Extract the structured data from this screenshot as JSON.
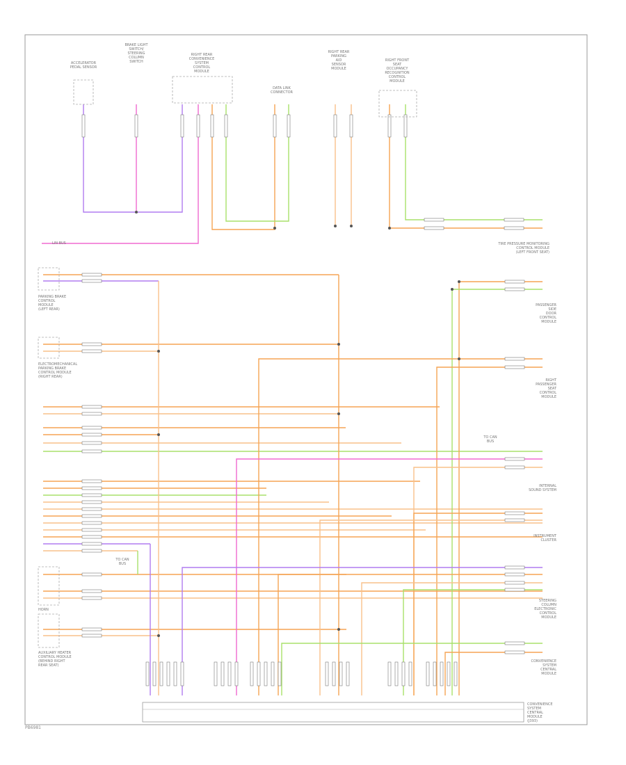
{
  "diagram": {
    "footer_code": "PB6981",
    "colors": {
      "violet": "#b07cf0",
      "pink": "#f06ad0",
      "orange": "#f5a453",
      "peach": "#f9c08a",
      "green": "#a8e06a",
      "black": "#555555",
      "frame": "#9a9a9a"
    },
    "top_components": [
      {
        "id": "c1",
        "text": "ACCELERATOR\nPEDAL SENSOR"
      },
      {
        "id": "c2",
        "text": "BRAKE LIGHT\nSWITCH/\nSTEERING\nCOLUMN\nSWITCH"
      },
      {
        "id": "c3",
        "text": "RIGHT REAR\nCONVENIENCE\nSYSTEM\nCONTROL\nMODULE"
      },
      {
        "id": "c4",
        "text": "DATA LINK\nCONNECTOR"
      },
      {
        "id": "c5",
        "text": "RIGHT REAR\nPARKING\nAID\nSENSOR\nMODULE"
      },
      {
        "id": "c6",
        "text": "RIGHT FRONT\nSEAT\nOCCUPANCY\nRECOGNITION\nCONTROL\nMODULE"
      }
    ],
    "left_components": [
      {
        "id": "l1",
        "text": "PARKING BRAKE\nCONTROL\nMODULE\n(LEFT REAR)"
      },
      {
        "id": "l2",
        "text": "ELECTROMECHANICAL\nPARKING BRAKE\nCONTROL MODULE\n(RIGHT REAR)"
      },
      {
        "id": "l3",
        "text": "HORN"
      },
      {
        "id": "l4",
        "text": "AUXILIARY HEATER\nCONTROL MODULE\n(BEHIND RIGHT\nREAR SEAT)"
      }
    ],
    "right_components": [
      {
        "id": "r1",
        "text": "TIRE PRESSURE MONITORING\nCONTROL MODULE\n(LEFT FRONT SEAT)"
      },
      {
        "id": "r2",
        "text": "PASSENGER\nSIDE\nDOOR\nCONTROL\nMODULE"
      },
      {
        "id": "r3",
        "text": "RIGHT\nPASSENGER\nSEAT\nCONTROL\nMODULE"
      },
      {
        "id": "r4",
        "text": "INTERNAL\nSOUND SYSTEM"
      },
      {
        "id": "r5",
        "text": "INSTRUMENT\nCLUSTER"
      },
      {
        "id": "r6",
        "text": "STEERING\nCOLUMN\nELECTRONIC\nCONTROL\nMODULE"
      },
      {
        "id": "r7",
        "text": "CONVENIENCE\nSYSTEM\nCENTRAL\nMODULE"
      }
    ],
    "ecu": {
      "text": "CONVENIENCE\nSYSTEM\nCENTRAL\nMODULE\n(J393)"
    },
    "small_notes": [
      {
        "id": "n1",
        "text": "LIN BUS"
      },
      {
        "id": "n2",
        "text": "TO CAN\nBUS"
      },
      {
        "id": "n3",
        "text": "TO CAN\nBUS"
      }
    ]
  }
}
